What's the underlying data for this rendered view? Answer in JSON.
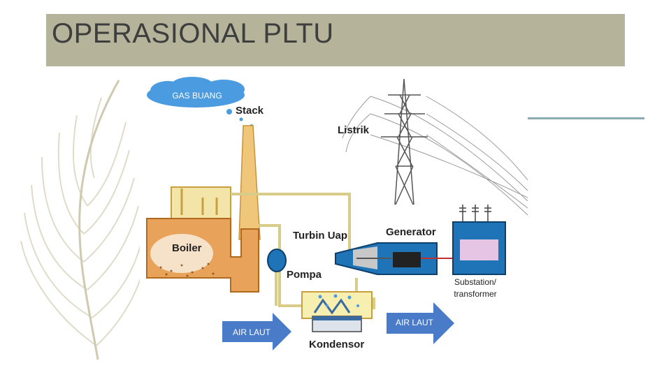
{
  "slide": {
    "title": "OPERASIONAL PLTU"
  },
  "diagram": {
    "labels": {
      "gas_buang": "GAS BUANG",
      "stack": "Stack",
      "listrik": "Listrik",
      "boiler": "Boiler",
      "turbin_uap": "Turbin Uap",
      "generator": "Generator",
      "pompa": "Pompa",
      "substation_line1": "Substation/",
      "substation_line2": "transformer",
      "air_laut_in": "AIR LAUT",
      "air_laut_out": "AIR LAUT",
      "kondensor": "Kondensor"
    },
    "colors": {
      "boiler": "#e8a25a",
      "boiler_top": "#f3e4a8",
      "stack": "#f0c77a",
      "blue_equipment": "#1f73b7",
      "arrow_blue": "#4a7bc8",
      "cloud": "#4a9be0",
      "condenser_tank": "#f6efb0"
    }
  }
}
